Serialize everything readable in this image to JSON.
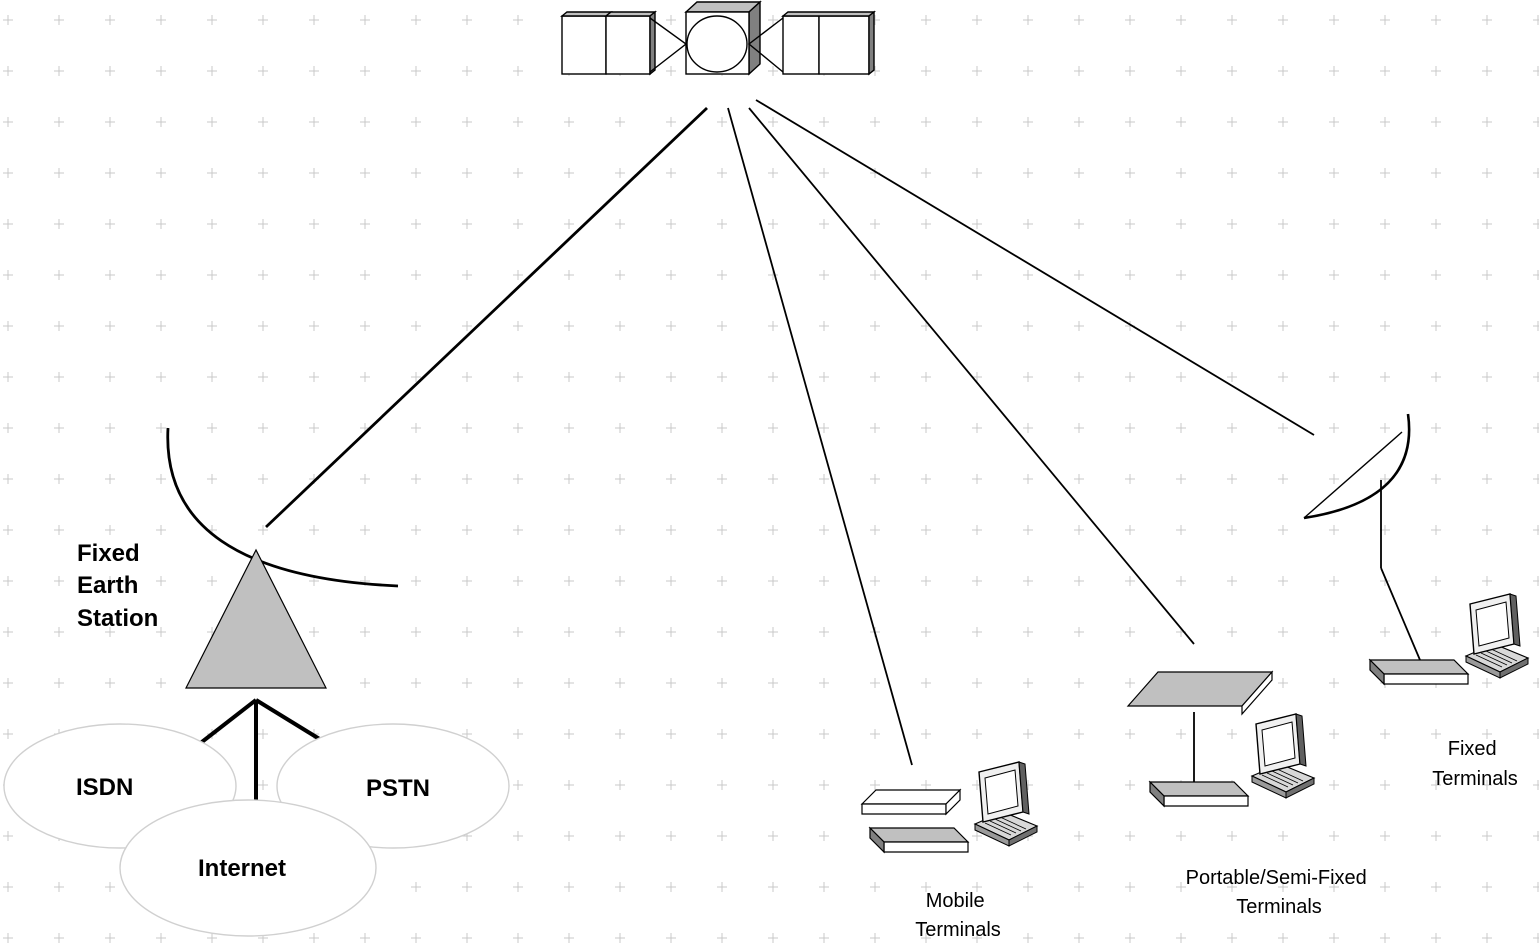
{
  "labels": {
    "earth_station": [
      "Fixed",
      "Earth",
      "Station"
    ],
    "isdn": "ISDN",
    "pstn": "PSTN",
    "internet": "Internet",
    "mobile": [
      "Mobile",
      "Terminals"
    ],
    "portable": [
      "Portable/Semi-Fixed",
      "Terminals"
    ],
    "fixed": [
      "Fixed",
      "Terminals"
    ]
  },
  "icons": [
    "satellite-icon",
    "dish-antenna-icon",
    "earth-station-triangle-icon",
    "laptop-icon",
    "terminal-box-icon"
  ],
  "colors": {
    "fill_gray": "#c0c0c0",
    "dark_gray": "#808080",
    "ellipse_stroke": "#d0d0d0",
    "grid": "#c8c8c8"
  }
}
